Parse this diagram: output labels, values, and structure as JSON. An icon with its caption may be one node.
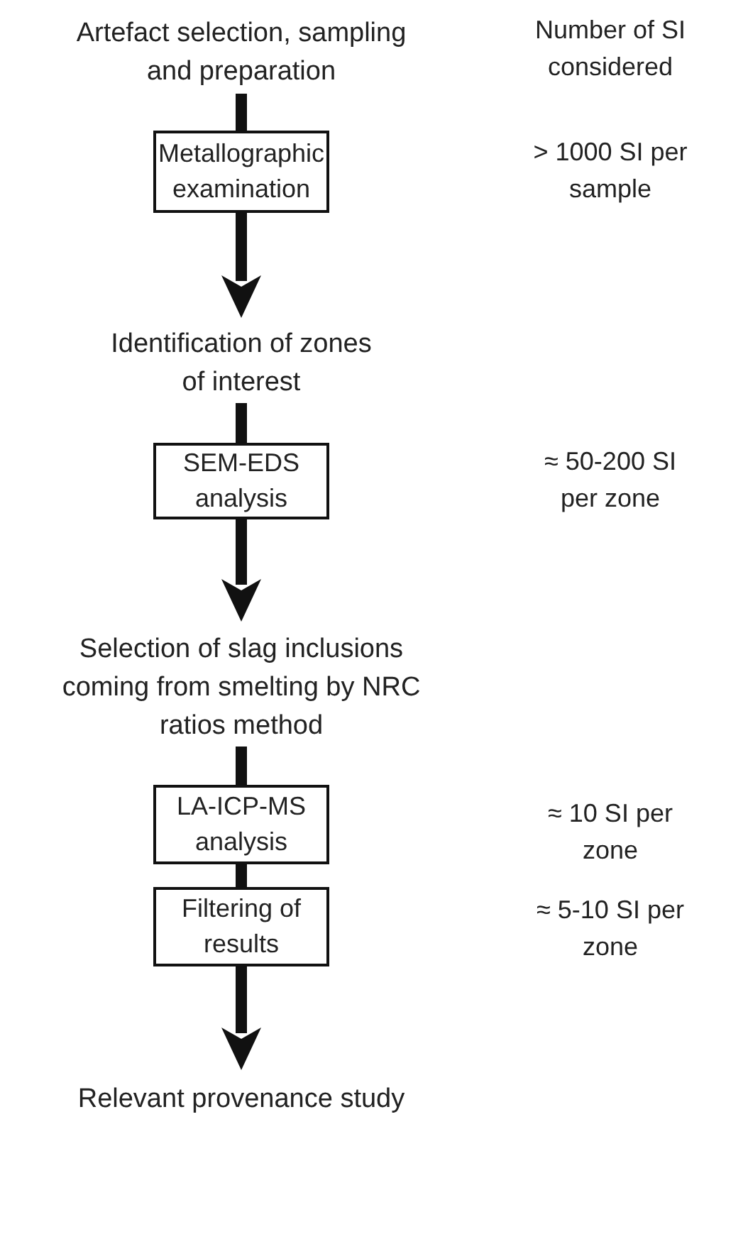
{
  "diagram": {
    "nodes": [
      {
        "text": [
          "Artefact selection, sampling and preparation"
        ]
      },
      {
        "text": [
          "Metallographic examination"
        ]
      },
      {
        "text": [
          "Identification of zones of interest"
        ]
      },
      {
        "text": [
          "SEM-EDS analysis"
        ]
      },
      {
        "text": [
          "Selection of slag inclusions coming from smelting by NRC ratios method"
        ]
      },
      {
        "text": [
          "LA-ICP-MS analysis"
        ]
      },
      {
        "text": [
          "Filtering of results"
        ]
      },
      {
        "text": [
          "Relevant provenance study"
        ]
      }
    ],
    "edges": [
      {
        "from": 0,
        "to": 1,
        "arrow": "none"
      },
      {
        "from": 1,
        "to": 2,
        "arrow": "to"
      },
      {
        "from": 2,
        "to": 3,
        "arrow": "none"
      },
      {
        "from": 3,
        "to": 4,
        "arrow": "to"
      },
      {
        "from": 4,
        "to": 5,
        "arrow": "none"
      },
      {
        "from": 5,
        "to": 6,
        "arrow": "none"
      },
      {
        "from": 6,
        "to": 7,
        "arrow": "to"
      }
    ],
    "labels": [
      "Number of SI considered",
      "> 1000 SI per sample",
      "≈ 50-200 SI per zone",
      "≈ 10 SI per zone",
      "≈ 5-10 SI per zone"
    ]
  }
}
